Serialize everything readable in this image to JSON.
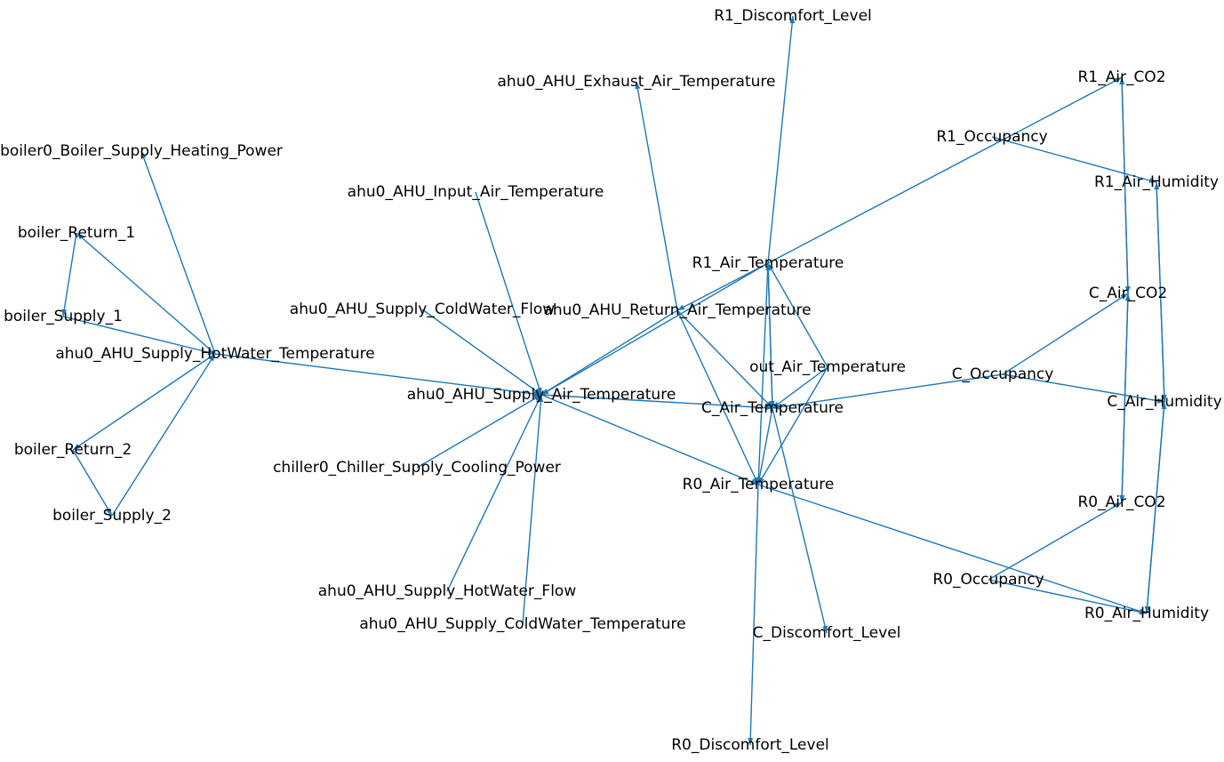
{
  "graph": {
    "edge_color": "#1f77b4",
    "label_color": "#000000",
    "directed": true,
    "nodes": [
      {
        "id": "R1_Discomfort_Level",
        "label": "R1_Discomfort_Level"
      },
      {
        "id": "ahu0_AHU_Exhaust_Air_Temperature",
        "label": "ahu0_AHU_Exhaust_Air_Temperature"
      },
      {
        "id": "R1_Air_CO2",
        "label": "R1_Air_CO2"
      },
      {
        "id": "boiler0_Boiler_Supply_Heating_Power",
        "label": "boiler0_Boiler_Supply_Heating_Power"
      },
      {
        "id": "R1_Occupancy",
        "label": "R1_Occupancy"
      },
      {
        "id": "R1_Air_Humidity",
        "label": "R1_Air_Humidity"
      },
      {
        "id": "ahu0_AHU_Input_Air_Temperature",
        "label": "ahu0_AHU_Input_Air_Temperature"
      },
      {
        "id": "boiler_Return_1",
        "label": "boiler_Return_1"
      },
      {
        "id": "R1_Air_Temperature",
        "label": "R1_Air_Temperature"
      },
      {
        "id": "C_Air_CO2",
        "label": "C_Air_CO2"
      },
      {
        "id": "ahu0_AHU_Supply_ColdWater_Flow",
        "label": "ahu0_AHU_Supply_ColdWater_Flow"
      },
      {
        "id": "ahu0_AHU_Return_Air_Temperature",
        "label": "ahu0_AHU_Return_Air_Temperature"
      },
      {
        "id": "boiler_Supply_1",
        "label": "boiler_Supply_1"
      },
      {
        "id": "ahu0_AHU_Supply_HotWater_Temperature",
        "label": "ahu0_AHU_Supply_HotWater_Temperature"
      },
      {
        "id": "out_Air_Temperature",
        "label": "out_Air_Temperature"
      },
      {
        "id": "C_Occupancy",
        "label": "C_Occupancy"
      },
      {
        "id": "ahu0_AHU_Supply_Air_Temperature",
        "label": "ahu0_AHU_Supply_Air_Temperature"
      },
      {
        "id": "C_Air_Humidity",
        "label": "C_Air_Humidity"
      },
      {
        "id": "C_Air_Temperature",
        "label": "C_Air_Temperature"
      },
      {
        "id": "boiler_Return_2",
        "label": "boiler_Return_2"
      },
      {
        "id": "chiller0_Chiller_Supply_Cooling_Power",
        "label": "chiller0_Chiller_Supply_Cooling_Power"
      },
      {
        "id": "R0_Air_Temperature",
        "label": "R0_Air_Temperature"
      },
      {
        "id": "R0_Air_CO2",
        "label": "R0_Air_CO2"
      },
      {
        "id": "boiler_Supply_2",
        "label": "boiler_Supply_2"
      },
      {
        "id": "R0_Occupancy",
        "label": "R0_Occupancy"
      },
      {
        "id": "ahu0_AHU_Supply_HotWater_Flow",
        "label": "ahu0_AHU_Supply_HotWater_Flow"
      },
      {
        "id": "R0_Air_Humidity",
        "label": "R0_Air_Humidity"
      },
      {
        "id": "ahu0_AHU_Supply_ColdWater_Temperature",
        "label": "ahu0_AHU_Supply_ColdWater_Temperature"
      },
      {
        "id": "C_Discomfort_Level",
        "label": "C_Discomfort_Level"
      },
      {
        "id": "R0_Discomfort_Level",
        "label": "R0_Discomfort_Level"
      }
    ],
    "edges": [
      [
        "R1_Air_Temperature",
        "R1_Discomfort_Level"
      ],
      [
        "ahu0_AHU_Return_Air_Temperature",
        "ahu0_AHU_Exhaust_Air_Temperature"
      ],
      [
        "R1_Air_Temperature",
        "R1_Air_CO2"
      ],
      [
        "ahu0_AHU_Supply_HotWater_Temperature",
        "boiler0_Boiler_Supply_Heating_Power"
      ],
      [
        "R1_Occupancy",
        "R1_Air_Humidity"
      ],
      [
        "ahu0_AHU_Supply_HotWater_Temperature",
        "boiler_Return_1"
      ],
      [
        "boiler_Return_1",
        "boiler_Supply_1"
      ],
      [
        "boiler_Supply_1",
        "ahu0_AHU_Supply_HotWater_Temperature"
      ],
      [
        "ahu0_AHU_Supply_HotWater_Temperature",
        "boiler_Return_2"
      ],
      [
        "boiler_Return_2",
        "boiler_Supply_2"
      ],
      [
        "boiler_Supply_2",
        "ahu0_AHU_Supply_HotWater_Temperature"
      ],
      [
        "ahu0_AHU_Supply_HotWater_Temperature",
        "ahu0_AHU_Supply_Air_Temperature"
      ],
      [
        "ahu0_AHU_Input_Air_Temperature",
        "ahu0_AHU_Supply_Air_Temperature"
      ],
      [
        "ahu0_AHU_Supply_ColdWater_Flow",
        "ahu0_AHU_Supply_Air_Temperature"
      ],
      [
        "chiller0_Chiller_Supply_Cooling_Power",
        "ahu0_AHU_Supply_Air_Temperature"
      ],
      [
        "ahu0_AHU_Supply_HotWater_Flow",
        "ahu0_AHU_Supply_Air_Temperature"
      ],
      [
        "ahu0_AHU_Supply_ColdWater_Temperature",
        "ahu0_AHU_Supply_Air_Temperature"
      ],
      [
        "ahu0_AHU_Return_Air_Temperature",
        "ahu0_AHU_Supply_Air_Temperature"
      ],
      [
        "R1_Air_Temperature",
        "ahu0_AHU_Supply_Air_Temperature"
      ],
      [
        "ahu0_AHU_Supply_Air_Temperature",
        "C_Air_Temperature"
      ],
      [
        "ahu0_AHU_Supply_Air_Temperature",
        "R0_Air_Temperature"
      ],
      [
        "R1_Air_Temperature",
        "ahu0_AHU_Return_Air_Temperature"
      ],
      [
        "ahu0_AHU_Return_Air_Temperature",
        "C_Air_Temperature"
      ],
      [
        "ahu0_AHU_Return_Air_Temperature",
        "R0_Air_Temperature"
      ],
      [
        "R1_Air_Temperature",
        "C_Air_Temperature"
      ],
      [
        "R1_Air_Temperature",
        "R0_Air_Temperature"
      ],
      [
        "out_Air_Temperature",
        "R1_Air_Temperature"
      ],
      [
        "out_Air_Temperature",
        "C_Air_Temperature"
      ],
      [
        "out_Air_Temperature",
        "R0_Air_Temperature"
      ],
      [
        "C_Air_Temperature",
        "R1_Air_Temperature"
      ],
      [
        "C_Air_Temperature",
        "R0_Air_Temperature"
      ],
      [
        "C_Air_Temperature",
        "C_Discomfort_Level"
      ],
      [
        "R0_Air_Temperature",
        "R0_Discomfort_Level"
      ],
      [
        "C_Occupancy",
        "C_Air_Temperature"
      ],
      [
        "C_Occupancy",
        "C_Air_CO2"
      ],
      [
        "C_Occupancy",
        "C_Air_Humidity"
      ],
      [
        "R0_Occupancy",
        "R0_Air_CO2"
      ],
      [
        "R0_Occupancy",
        "R0_Air_Humidity"
      ],
      [
        "R0_Air_Temperature",
        "R0_Air_Humidity"
      ],
      [
        "R1_Air_CO2",
        "C_Air_CO2"
      ],
      [
        "C_Air_CO2",
        "R1_Air_CO2"
      ],
      [
        "C_Air_CO2",
        "R0_Air_CO2"
      ],
      [
        "R0_Air_CO2",
        "C_Air_CO2"
      ],
      [
        "R1_Air_Humidity",
        "C_Air_Humidity"
      ],
      [
        "C_Air_Humidity",
        "R1_Air_Humidity"
      ],
      [
        "C_Air_Humidity",
        "R0_Air_Humidity"
      ],
      [
        "R0_Air_Humidity",
        "C_Air_Humidity"
      ]
    ]
  }
}
